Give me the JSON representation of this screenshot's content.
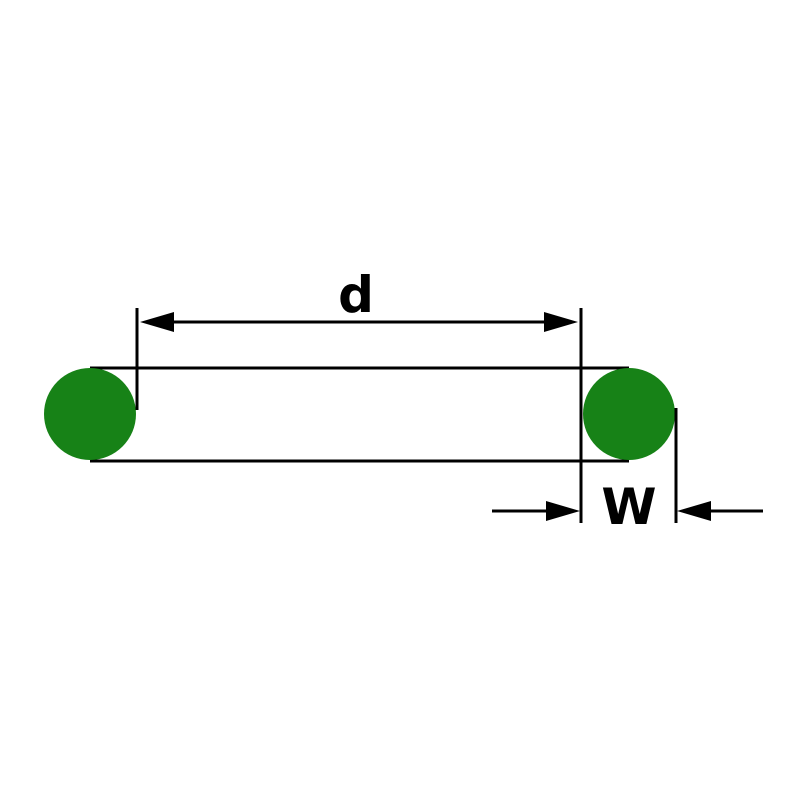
{
  "diagram": {
    "type": "o-ring-dimension-drawing",
    "labels": {
      "inner_diameter": "d",
      "cross_section_width": "W"
    },
    "colors": {
      "ring": "#178217",
      "line": "#000000",
      "background": "#ffffff"
    }
  }
}
